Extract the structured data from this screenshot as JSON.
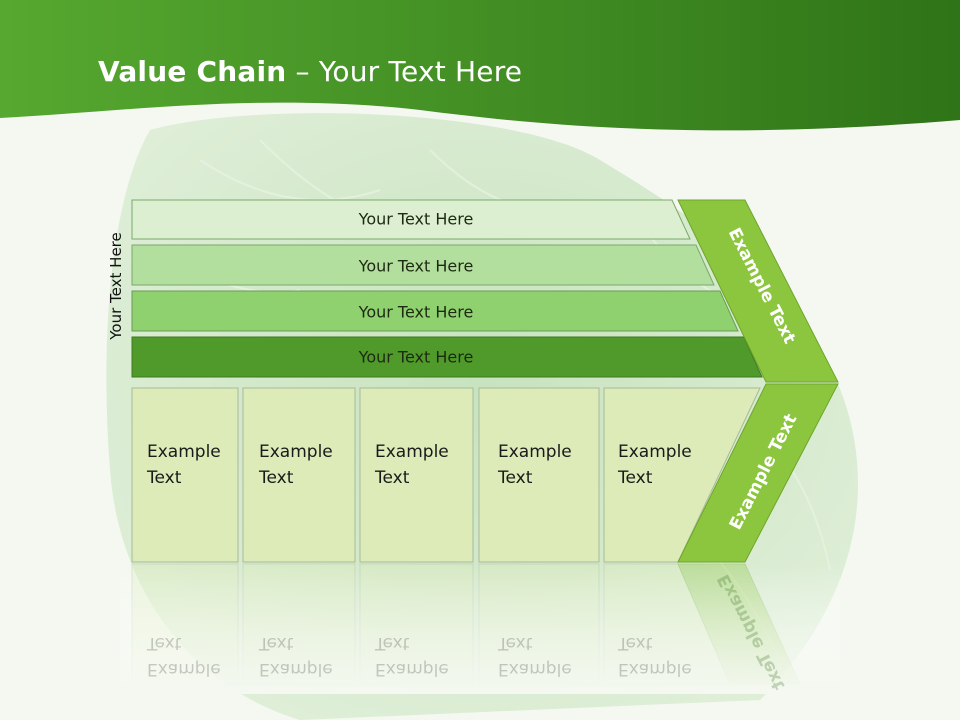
{
  "title": {
    "bold": "Value Chain",
    "rest": " – Your Text Here"
  },
  "side_label": "Your Text Here",
  "bars": [
    {
      "label": "Your Text Here",
      "color": "#dcefd0"
    },
    {
      "label": "Your Text Here",
      "color": "#b3df9e"
    },
    {
      "label": "Your Text Here",
      "color": "#8fd16f"
    },
    {
      "label": "Your Text Here",
      "color": "#4f9a2a"
    }
  ],
  "columns": [
    {
      "label": "Example\nText"
    },
    {
      "label": "Example\nText"
    },
    {
      "label": "Example\nText"
    },
    {
      "label": "Example\nText"
    },
    {
      "label": "Example\nText"
    }
  ],
  "chevron": {
    "upper_label": "Example Text",
    "lower_label": "Example Text",
    "color": "#8cc63f"
  },
  "colors": {
    "header": "#3f8a22",
    "column_fill": "#dcebb8",
    "column_border": "#a9b99a"
  }
}
